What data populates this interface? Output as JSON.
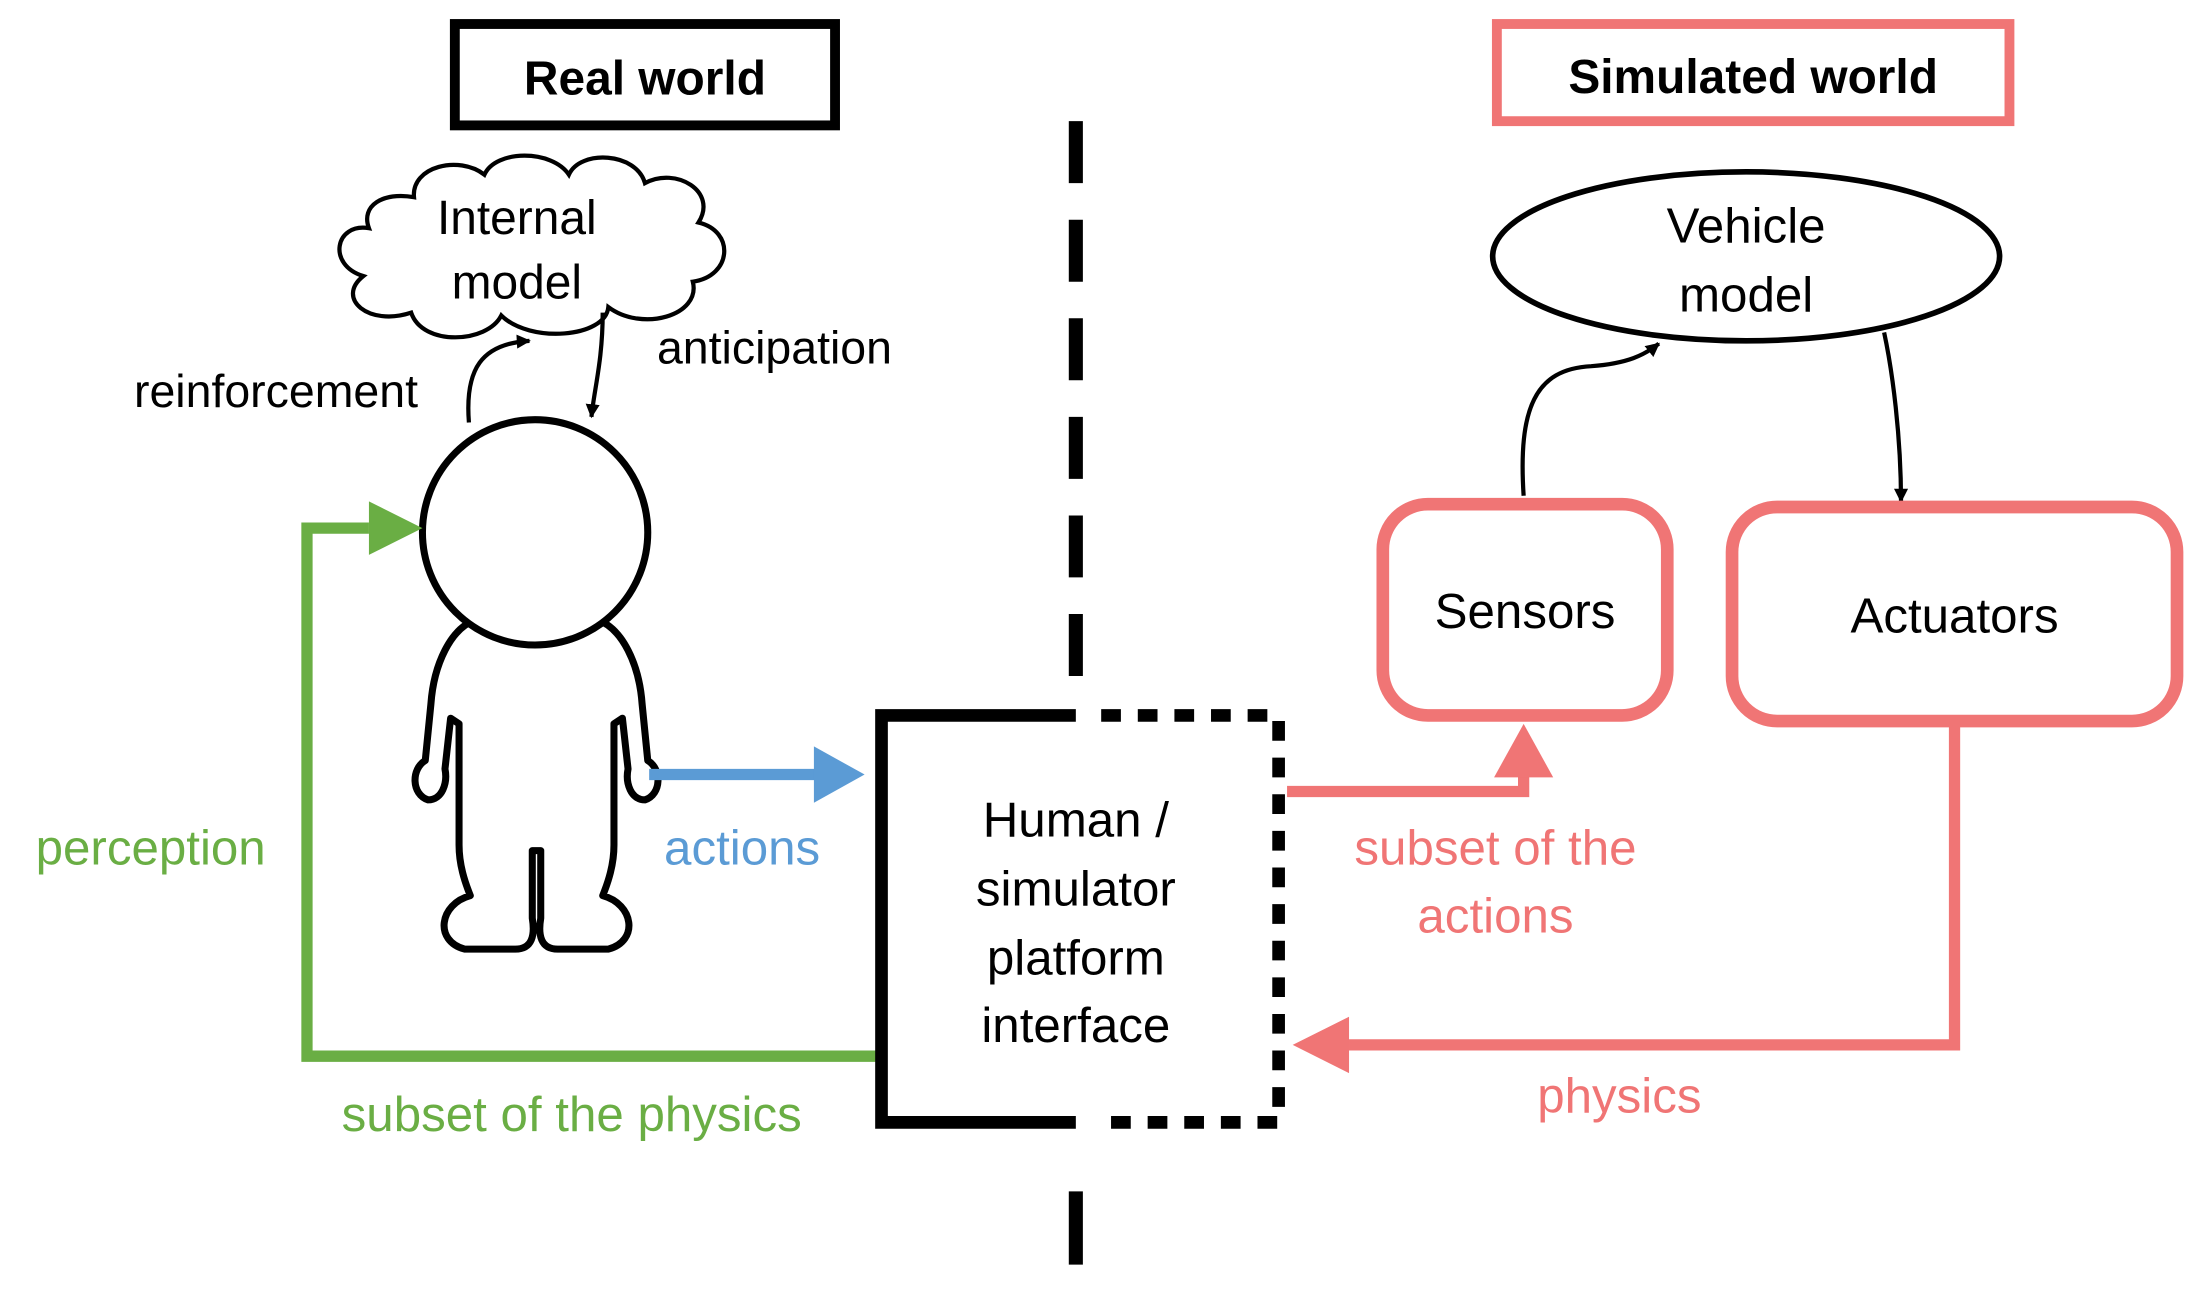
{
  "titles": {
    "real_world": "Real world",
    "simulated_world": "Simulated world"
  },
  "nodes": {
    "internal_model": [
      "Internal",
      "model"
    ],
    "vehicle_model": [
      "Vehicle",
      "model"
    ],
    "sensors": "Sensors",
    "actuators": "Actuators",
    "interface": [
      "Human /",
      "simulator",
      "platform",
      "interface"
    ]
  },
  "edges": {
    "reinforcement": "reinforcement",
    "anticipation": "anticipation",
    "perception": "perception",
    "actions": "actions",
    "subset_physics": "subset of the physics",
    "subset_actions": [
      "subset of the",
      "actions"
    ],
    "physics": "physics"
  },
  "colors": {
    "black": "#000000",
    "green": "#6aae44",
    "blue": "#5b9bd5",
    "red": "#f07575"
  },
  "icons": {
    "human": "person-figure-icon",
    "cloud": "thought-cloud-icon"
  }
}
